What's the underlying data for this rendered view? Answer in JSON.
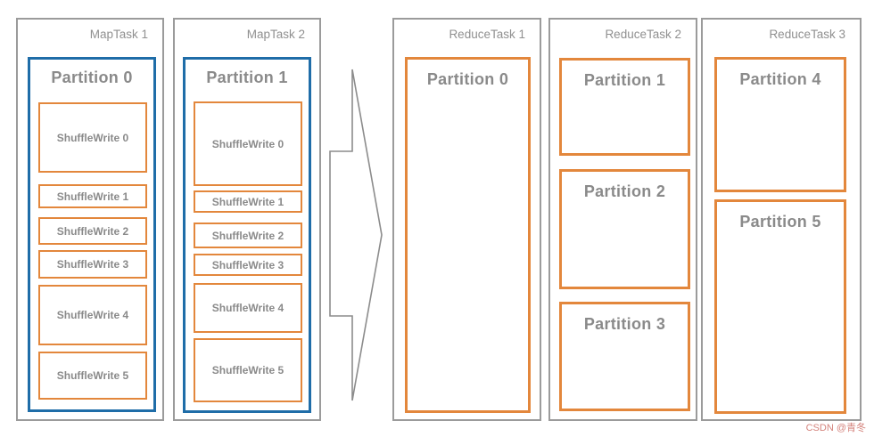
{
  "map_tasks": [
    {
      "title": "MapTask 1",
      "partition_label": "Partition 0",
      "shuffle_writes": [
        "ShuffleWrite 0",
        "ShuffleWrite 1",
        "ShuffleWrite 2",
        "ShuffleWrite 3",
        "ShuffleWrite 4",
        "ShuffleWrite 5"
      ]
    },
    {
      "title": "MapTask 2",
      "partition_label": "Partition 1",
      "shuffle_writes": [
        "ShuffleWrite 0",
        "ShuffleWrite 1",
        "ShuffleWrite 2",
        "ShuffleWrite 3",
        "ShuffleWrite 4",
        "ShuffleWrite 5"
      ]
    }
  ],
  "reduce_tasks": [
    {
      "title": "ReduceTask 1",
      "partitions": [
        "Partition 0"
      ]
    },
    {
      "title": "ReduceTask 2",
      "partitions": [
        "Partition 1",
        "Partition 2",
        "Partition 3"
      ]
    },
    {
      "title": "ReduceTask 3",
      "partitions": [
        "Partition 4",
        "Partition 5"
      ]
    }
  ],
  "arrow": {
    "direction": "right"
  },
  "watermark": "CSDN @青冬",
  "colors": {
    "task_border": "#9b9b9b",
    "title_text": "#909090",
    "label_text": "#8a8a8a",
    "partition_map_border": "#1f6da8",
    "partition_reduce_border": "#e3873c",
    "shuffle_write_border": "#e3873c",
    "arrow_border": "#8c8c8c",
    "watermark_text": "#d4837c"
  }
}
